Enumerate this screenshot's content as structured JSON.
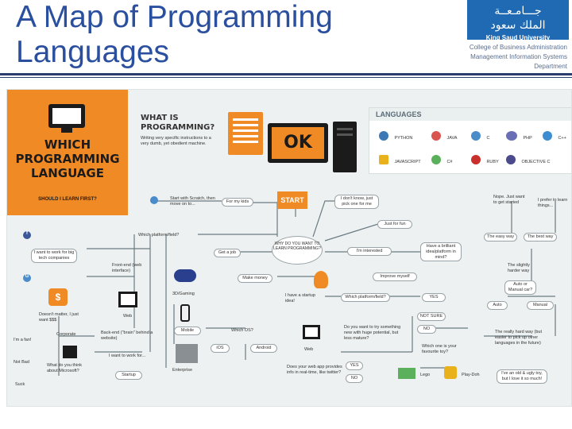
{
  "slide": {
    "title_line1": "A Map of Programming",
    "title_line2": "Languages",
    "logo_arabic_line1": "جـــامـعــة",
    "logo_arabic_line2": "الملك سعود",
    "logo_english": "King Saud University",
    "dept_line1": "College of Business Administration",
    "dept_line2": "Management Information Systems",
    "dept_line3": "Department"
  },
  "infographic": {
    "banner_title": "WHICH PROGRAMMING LANGUAGE",
    "banner_sub": "SHOULD I LEARN FIRST?",
    "what_is_title": "WHAT IS PROGRAMMING?",
    "what_is_desc": "Writing very specific instructions to a very dumb, yet obedient machine.",
    "ok_text": "OK",
    "start": "START",
    "why_question": "WHY DO YOU WANT TO LEARN PROGRAMMING?",
    "languages_title": "LANGUAGES",
    "languages": [
      {
        "name": "PYTHON",
        "color": "#3a79b5"
      },
      {
        "name": "JAVA",
        "color": "#d9534f"
      },
      {
        "name": "C",
        "color": "#4a8cc9"
      },
      {
        "name": "PHP",
        "color": "#6a6fb5"
      },
      {
        "name": "C++",
        "color": "#3d8dd0"
      },
      {
        "name": "JAVASCRIPT",
        "color": "#e9b21c"
      },
      {
        "name": "C#",
        "color": "#5bb05b"
      },
      {
        "name": "RUBY",
        "color": "#c9302c"
      },
      {
        "name": "OBJECTIVE C",
        "color": "#4a4a8c"
      }
    ],
    "nodes": {
      "scratch": "Start with Scratch, then move on to...",
      "for_my_kids": "For my kids",
      "dont_know": "I don't know, just pick one for me",
      "just_for_fun": "Just for fun",
      "which_platform": "Which platform/field?",
      "big_tech": "I want to work for big tech companies",
      "get_a_job": "Get a job",
      "im_interested": "I'm interested",
      "brilliant_idea": "Have a brilliant idea/platform in mind?",
      "improve_myself": "Improve myself",
      "front_end": "Front-end (web interface)",
      "gaming": "3D/Gaming",
      "make_money": "Make money",
      "startup_idea": "I have a startup idea!",
      "which_platform2": "Which platform/field?",
      "yes": "YES",
      "not_sure": "NOT SURE",
      "no": "NO",
      "web": "Web",
      "back_end": "Back-end (\"brain\" behind a website)",
      "mobile": "Mobile",
      "which_os": "Which OS?",
      "ios": "iOS",
      "android": "Android",
      "doesnt_matter": "Doesn't matter, I just want $$$",
      "corporate": "Corporate",
      "work_for": "I want to work for...",
      "startup": "Startup",
      "enterprise": "Enterprise",
      "microsoft_q": "What do you think about Microsoft?",
      "fan": "I'm a fan!",
      "not_bad": "Not Bad",
      "suck": "Suck",
      "web2": "Web",
      "huge_potential": "Do you want to try something new with huge potential, but less mature?",
      "real_time": "Does your web app provides info in real-time, like twitter?",
      "yes2": "YES",
      "no2": "NO",
      "favourite_toy": "Which one is your favourite toy?",
      "lego": "Lego",
      "playdoh": "Play-Doh",
      "old_ugly": "I've an old & ugly toy, but I love it so much!",
      "nope": "Nope. Just want to get started",
      "prefer": "I prefer to learn things...",
      "easy_way": "The easy way",
      "best_way": "The best way",
      "harder_way": "The slightly harder way",
      "auto_manual": "Auto or Manual car?",
      "auto": "Auto",
      "manual": "Manual",
      "really_hard": "The really hard way (but easier to pick up other languages in the future)"
    }
  }
}
